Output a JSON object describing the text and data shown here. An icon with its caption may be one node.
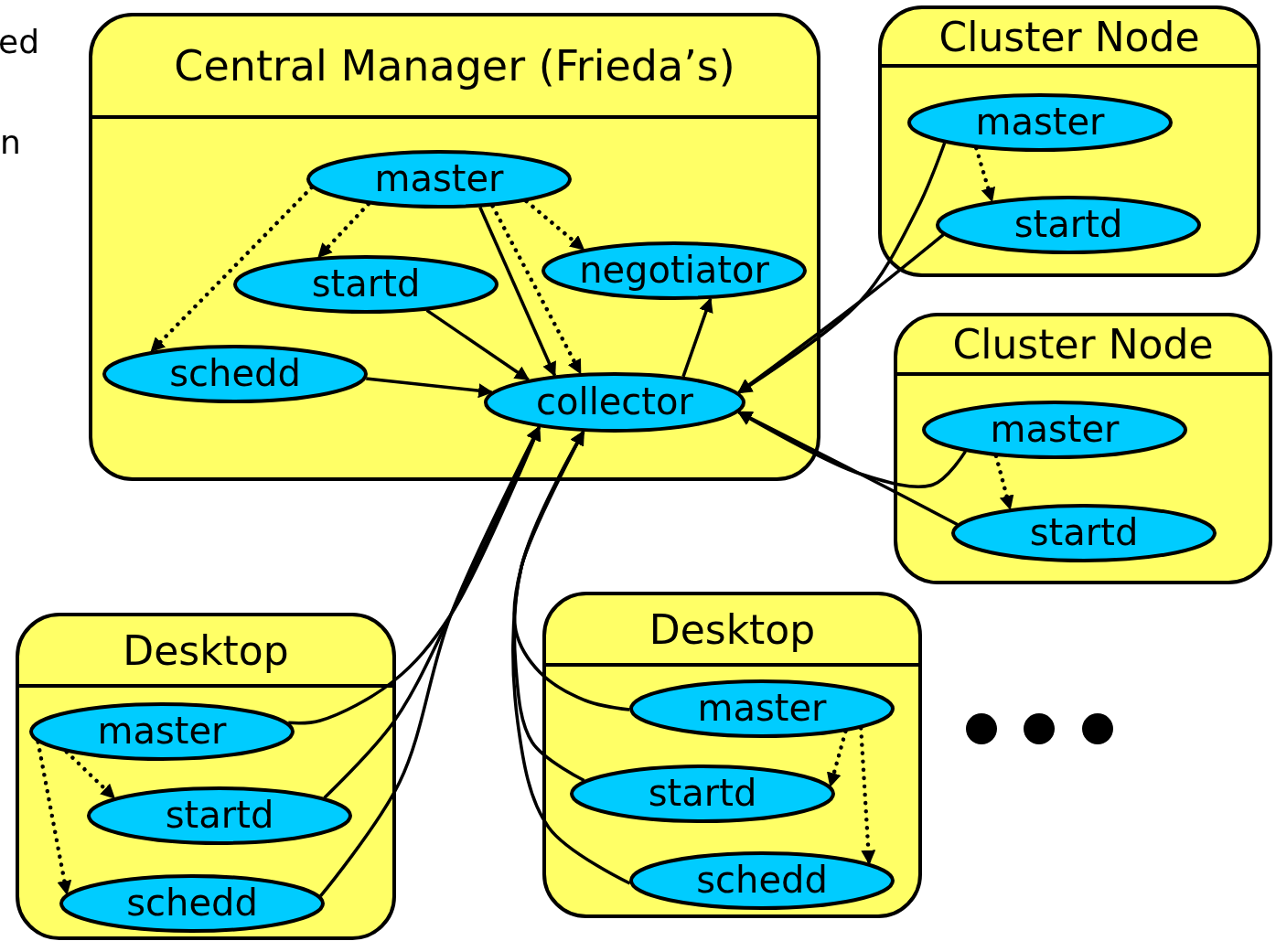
{
  "diagram": {
    "nodes": [
      {
        "text": [
          "Central Manager (Frieda’s)"
        ]
      },
      {
        "text": [
          "master"
        ],
        "in": 0
      },
      {
        "text": [
          "startd"
        ],
        "in": 0
      },
      {
        "text": [
          "negotiator"
        ],
        "in": 0
      },
      {
        "text": [
          "schedd"
        ],
        "in": 0
      },
      {
        "text": [
          "collector"
        ],
        "in": 0
      },
      {
        "text": [
          "Cluster Node"
        ]
      },
      {
        "text": [
          "master"
        ],
        "in": 6
      },
      {
        "text": [
          "startd"
        ],
        "in": 6
      },
      {
        "text": [
          "Cluster Node"
        ]
      },
      {
        "text": [
          "master"
        ],
        "in": 9
      },
      {
        "text": [
          "startd"
        ],
        "in": 9
      },
      {
        "text": [
          "Desktop"
        ]
      },
      {
        "text": [
          "master"
        ],
        "in": 12
      },
      {
        "text": [
          "startd"
        ],
        "in": 12
      },
      {
        "text": [
          "schedd"
        ],
        "in": 12
      },
      {
        "text": [
          "Desktop"
        ]
      },
      {
        "text": [
          "master"
        ],
        "in": 16
      },
      {
        "text": [
          "startd"
        ],
        "in": 16
      },
      {
        "text": [
          "schedd"
        ],
        "in": 16
      }
    ],
    "edges": [
      {
        "from": 1,
        "to": 4,
        "arrow": "to",
        "style": "dashed"
      },
      {
        "from": 1,
        "to": 2,
        "arrow": "to",
        "style": "dashed"
      },
      {
        "from": 1,
        "to": 3,
        "arrow": "to",
        "style": "dashed"
      },
      {
        "from": 1,
        "to": 5,
        "arrow": "to",
        "style": "dashed"
      },
      {
        "from": 1,
        "to": 5,
        "arrow": "to"
      },
      {
        "from": 2,
        "to": 5,
        "arrow": "to"
      },
      {
        "from": 4,
        "to": 5,
        "arrow": "to"
      },
      {
        "from": 5,
        "to": 3,
        "arrow": "to"
      },
      {
        "from": 7,
        "to": 8,
        "arrow": "to",
        "style": "dashed"
      },
      {
        "from": 7,
        "to": 5,
        "arrow": "to"
      },
      {
        "from": 8,
        "to": 5,
        "arrow": "to"
      },
      {
        "from": 10,
        "to": 11,
        "arrow": "to",
        "style": "dashed"
      },
      {
        "from": 10,
        "to": 5,
        "arrow": "to"
      },
      {
        "from": 11,
        "to": 5,
        "arrow": "to"
      },
      {
        "from": 13,
        "to": 14,
        "arrow": "to",
        "style": "dashed"
      },
      {
        "from": 13,
        "to": 15,
        "arrow": "to",
        "style": "dashed"
      },
      {
        "from": 13,
        "to": 5,
        "arrow": "to"
      },
      {
        "from": 14,
        "to": 5,
        "arrow": "to"
      },
      {
        "from": 15,
        "to": 5,
        "arrow": "to"
      },
      {
        "from": 17,
        "to": 18,
        "arrow": "to",
        "style": "dashed"
      },
      {
        "from": 17,
        "to": 19,
        "arrow": "to",
        "style": "dashed"
      },
      {
        "from": 17,
        "to": 5,
        "arrow": "to"
      },
      {
        "from": 18,
        "to": 5,
        "arrow": "to"
      },
      {
        "from": 19,
        "to": 5,
        "arrow": "to"
      }
    ],
    "labels": [
      "ed",
      "n"
    ]
  }
}
